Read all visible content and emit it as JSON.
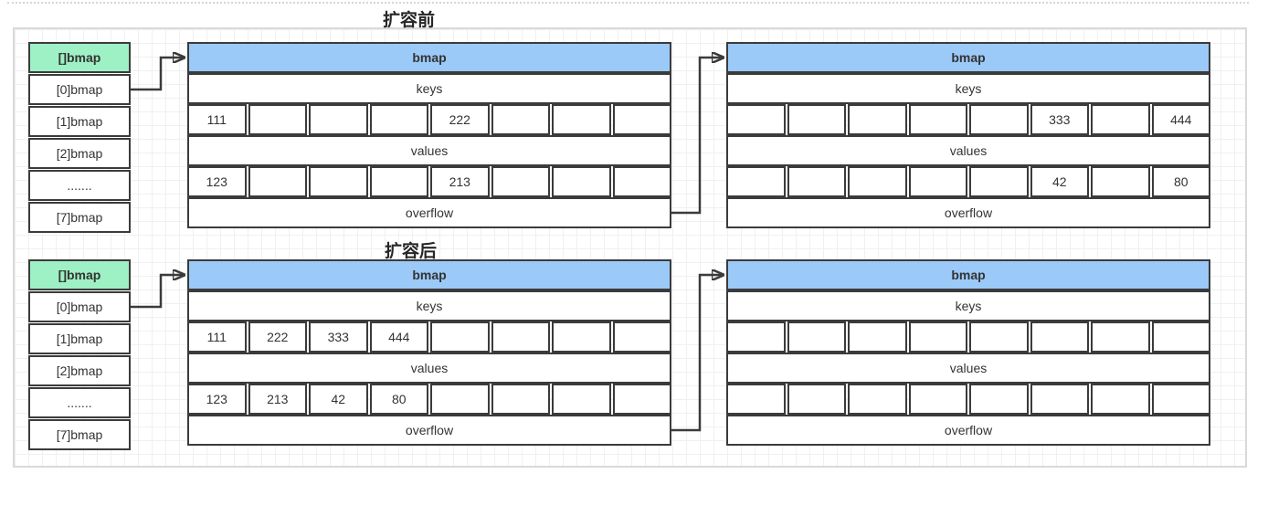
{
  "diagram": {
    "title_before": "扩容前",
    "title_after": "扩容后"
  },
  "buckets": [
    "[]bmap",
    "[0]bmap",
    "[1]bmap",
    "[2]bmap",
    ".......",
    "[7]bmap"
  ],
  "labels": {
    "header": "bmap",
    "keys": "keys",
    "values": "values",
    "overflow": "overflow"
  },
  "before": {
    "main_bucket": {
      "keys": [
        "111",
        "",
        "",
        "",
        "222",
        "",
        "",
        ""
      ],
      "values": [
        "123",
        "",
        "",
        "",
        "213",
        "",
        "",
        ""
      ]
    },
    "overflow_bucket": {
      "keys": [
        "",
        "",
        "",
        "",
        "",
        "333",
        "",
        "444"
      ],
      "values": [
        "",
        "",
        "",
        "",
        "",
        "42",
        "",
        "80"
      ]
    }
  },
  "after": {
    "main_bucket": {
      "keys": [
        "111",
        "222",
        "333",
        "444",
        "",
        "",
        "",
        ""
      ],
      "values": [
        "123",
        "213",
        "42",
        "80",
        "",
        "",
        "",
        ""
      ]
    },
    "overflow_bucket": {
      "keys": [
        "",
        "",
        "",
        "",
        "",
        "",
        "",
        ""
      ],
      "values": [
        "",
        "",
        "",
        "",
        "",
        "",
        "",
        ""
      ]
    }
  },
  "colors": {
    "bucket_array_fill": "#9ef0c5",
    "bmap_header_fill": "#9bc9f8",
    "shape_border": "#3b3b3b",
    "frame_border": "#d9d9d9",
    "grid_line": "#f0f0f0"
  }
}
